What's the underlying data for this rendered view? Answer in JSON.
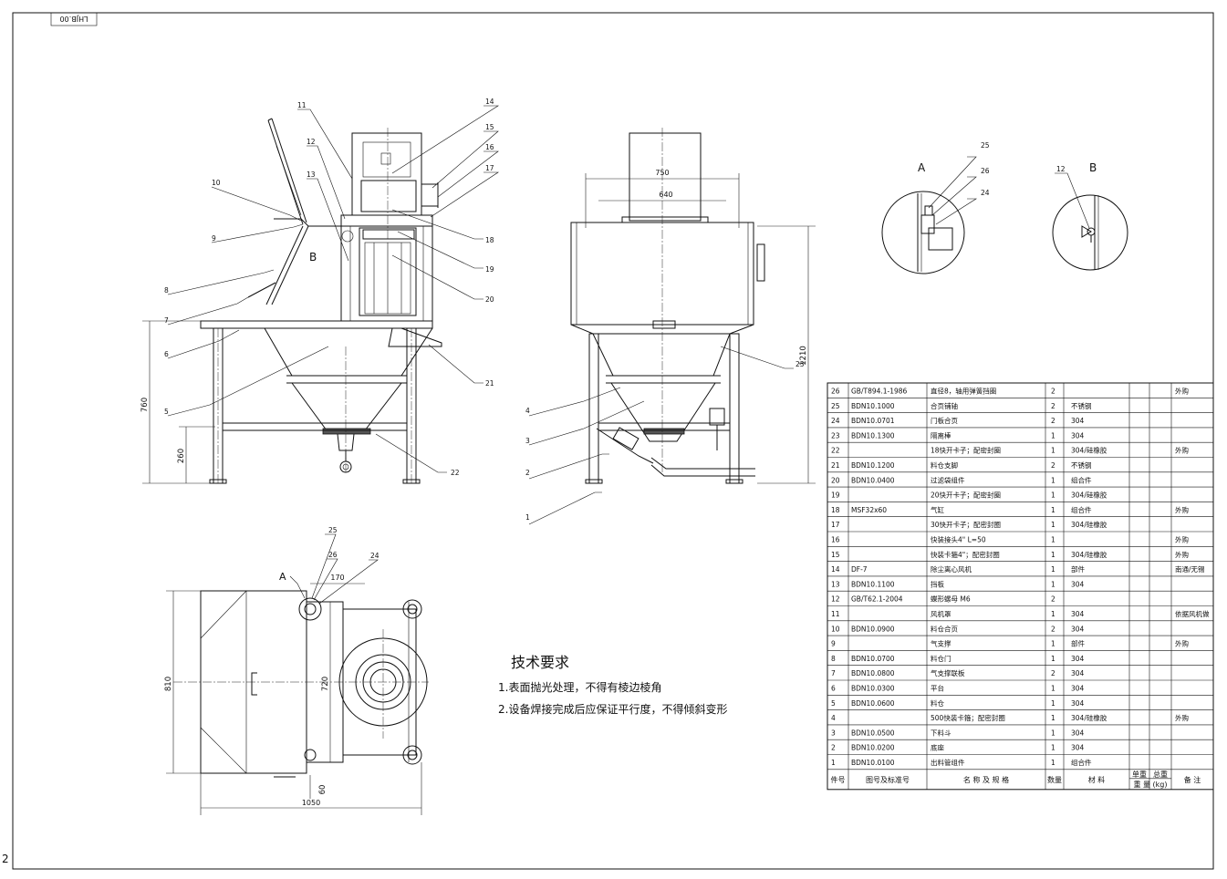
{
  "drawing_number": "LHJB.00",
  "sheet_index": "2",
  "technical_requirements": {
    "title": "技术要求",
    "items": [
      "1.表面抛光处理，不得有棱边棱角",
      "2.设备焊接完成后应保证平行度，不得倾斜变形"
    ]
  },
  "front_view": {
    "balloons": [
      "1",
      "2",
      "3",
      "4",
      "5",
      "6",
      "7",
      "8",
      "9",
      "10",
      "11",
      "12",
      "13",
      "14",
      "15",
      "16",
      "17",
      "18",
      "19",
      "20",
      "21",
      "22",
      "23"
    ],
    "detail_b_label": "B",
    "dims": {
      "total_height": "760",
      "base_height": "260"
    }
  },
  "side_view": {
    "dims": {
      "top_width": "750",
      "inner_width": "640",
      "height": "1210"
    }
  },
  "plan_view": {
    "detail_a_label": "A",
    "dims": {
      "depth": "810",
      "inner": "720",
      "width": "1050",
      "offset": "170",
      "bottom": "60"
    }
  },
  "detail_a": {
    "label": "A",
    "balloons": [
      "25",
      "26",
      "24"
    ]
  },
  "detail_b": {
    "label": "B",
    "balloon": "12"
  },
  "plan_balloons": [
    "25",
    "26",
    "24"
  ],
  "bom": {
    "headers": [
      "件号",
      "图号及标准号",
      "名 称 及 规 格",
      "数量",
      "材  料",
      "单重",
      "总重",
      "重 量 (kg)",
      "备 注"
    ],
    "rows": [
      [
        "26",
        "GB/T894.1-1986",
        "直径8，轴用弹簧挡圈",
        "2",
        "",
        "",
        "",
        "外购"
      ],
      [
        "25",
        "BDN10.1000",
        "合页铺轴",
        "2",
        "不锈钢",
        "",
        "",
        ""
      ],
      [
        "24",
        "BDN10.0701",
        "门板合页",
        "2",
        "304",
        "",
        "",
        ""
      ],
      [
        "23",
        "BDN10.1300",
        "隔离棒",
        "1",
        "304",
        "",
        "",
        ""
      ],
      [
        "22",
        "",
        "18快开卡子；配密封圈",
        "1",
        "304/硅橡胶",
        "",
        "",
        "外购"
      ],
      [
        "21",
        "BDN10.1200",
        "料仓支脚",
        "2",
        "不锈钢",
        "",
        "",
        ""
      ],
      [
        "20",
        "BDN10.0400",
        "过滤袋组件",
        "1",
        "组合件",
        "",
        "",
        ""
      ],
      [
        "19",
        "",
        "20快开卡子；配密封圈",
        "1",
        "304/硅橡胶",
        "",
        "",
        ""
      ],
      [
        "18",
        "MSF32x60",
        "气缸",
        "1",
        "组合件",
        "",
        "",
        "外购"
      ],
      [
        "17",
        "",
        "30快开卡子；配密封圈",
        "1",
        "304/硅橡胶",
        "",
        "",
        ""
      ],
      [
        "16",
        "",
        "快装接头4\" L=50",
        "1",
        "",
        "",
        "",
        "外购"
      ],
      [
        "15",
        "",
        "快装卡箍4\"；配密封圈",
        "1",
        "304/硅橡胶",
        "",
        "",
        "外购"
      ],
      [
        "14",
        "DF-7",
        "除尘离心风机",
        "1",
        "部件",
        "",
        "",
        "南通/无锡"
      ],
      [
        "13",
        "BDN10.1100",
        "挡板",
        "1",
        "304",
        "",
        "",
        ""
      ],
      [
        "12",
        "GB/T62.1-2004",
        "蝶形螺母  M6",
        "2",
        "",
        "",
        "",
        ""
      ],
      [
        "11",
        "",
        "风机罩",
        "1",
        "304",
        "",
        "",
        "依据风机做"
      ],
      [
        "10",
        "BDN10.0900",
        "料仓合页",
        "2",
        "304",
        "",
        "",
        ""
      ],
      [
        "9",
        "",
        "气支撑",
        "1",
        "部件",
        "",
        "",
        "外购"
      ],
      [
        "8",
        "BDN10.0700",
        "料仓门",
        "1",
        "304",
        "",
        "",
        ""
      ],
      [
        "7",
        "BDN10.0800",
        "气支撑联板",
        "2",
        "304",
        "",
        "",
        ""
      ],
      [
        "6",
        "BDN10.0300",
        "平台",
        "1",
        "304",
        "",
        "",
        ""
      ],
      [
        "5",
        "BDN10.0600",
        "料仓",
        "1",
        "304",
        "",
        "",
        ""
      ],
      [
        "4",
        "",
        "500快装卡箍；配密封圈",
        "1",
        "304/硅橡胶",
        "",
        "",
        "外购"
      ],
      [
        "3",
        "BDN10.0500",
        "下料斗",
        "1",
        "304",
        "",
        "",
        ""
      ],
      [
        "2",
        "BDN10.0200",
        "底座",
        "1",
        "304",
        "",
        "",
        ""
      ],
      [
        "1",
        "BDN10.0100",
        "出料管组件",
        "1",
        "组合件",
        "",
        "",
        ""
      ]
    ]
  }
}
